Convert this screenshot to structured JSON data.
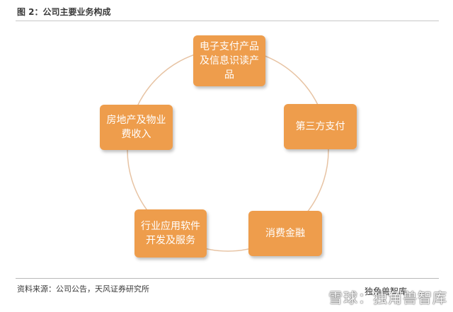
{
  "figure": {
    "title": "图 2：公司主要业务构成",
    "source": "资料来源：公司公告，天风证券研究所"
  },
  "colors": {
    "node_fill": "#ee9d4c",
    "ring_stroke": "#e7c3a3",
    "node_text": "#ffffff"
  },
  "nodes": {
    "top": "电子支付产品及信息识读产品",
    "right": "第三方支付",
    "left": "房地产及物业费收入",
    "bottom_left": "行业应用软件开发及服务",
    "bottom_right": "消费金融"
  },
  "watermark": {
    "text": "雪球：独角兽智库",
    "small": "独角兽智库"
  }
}
